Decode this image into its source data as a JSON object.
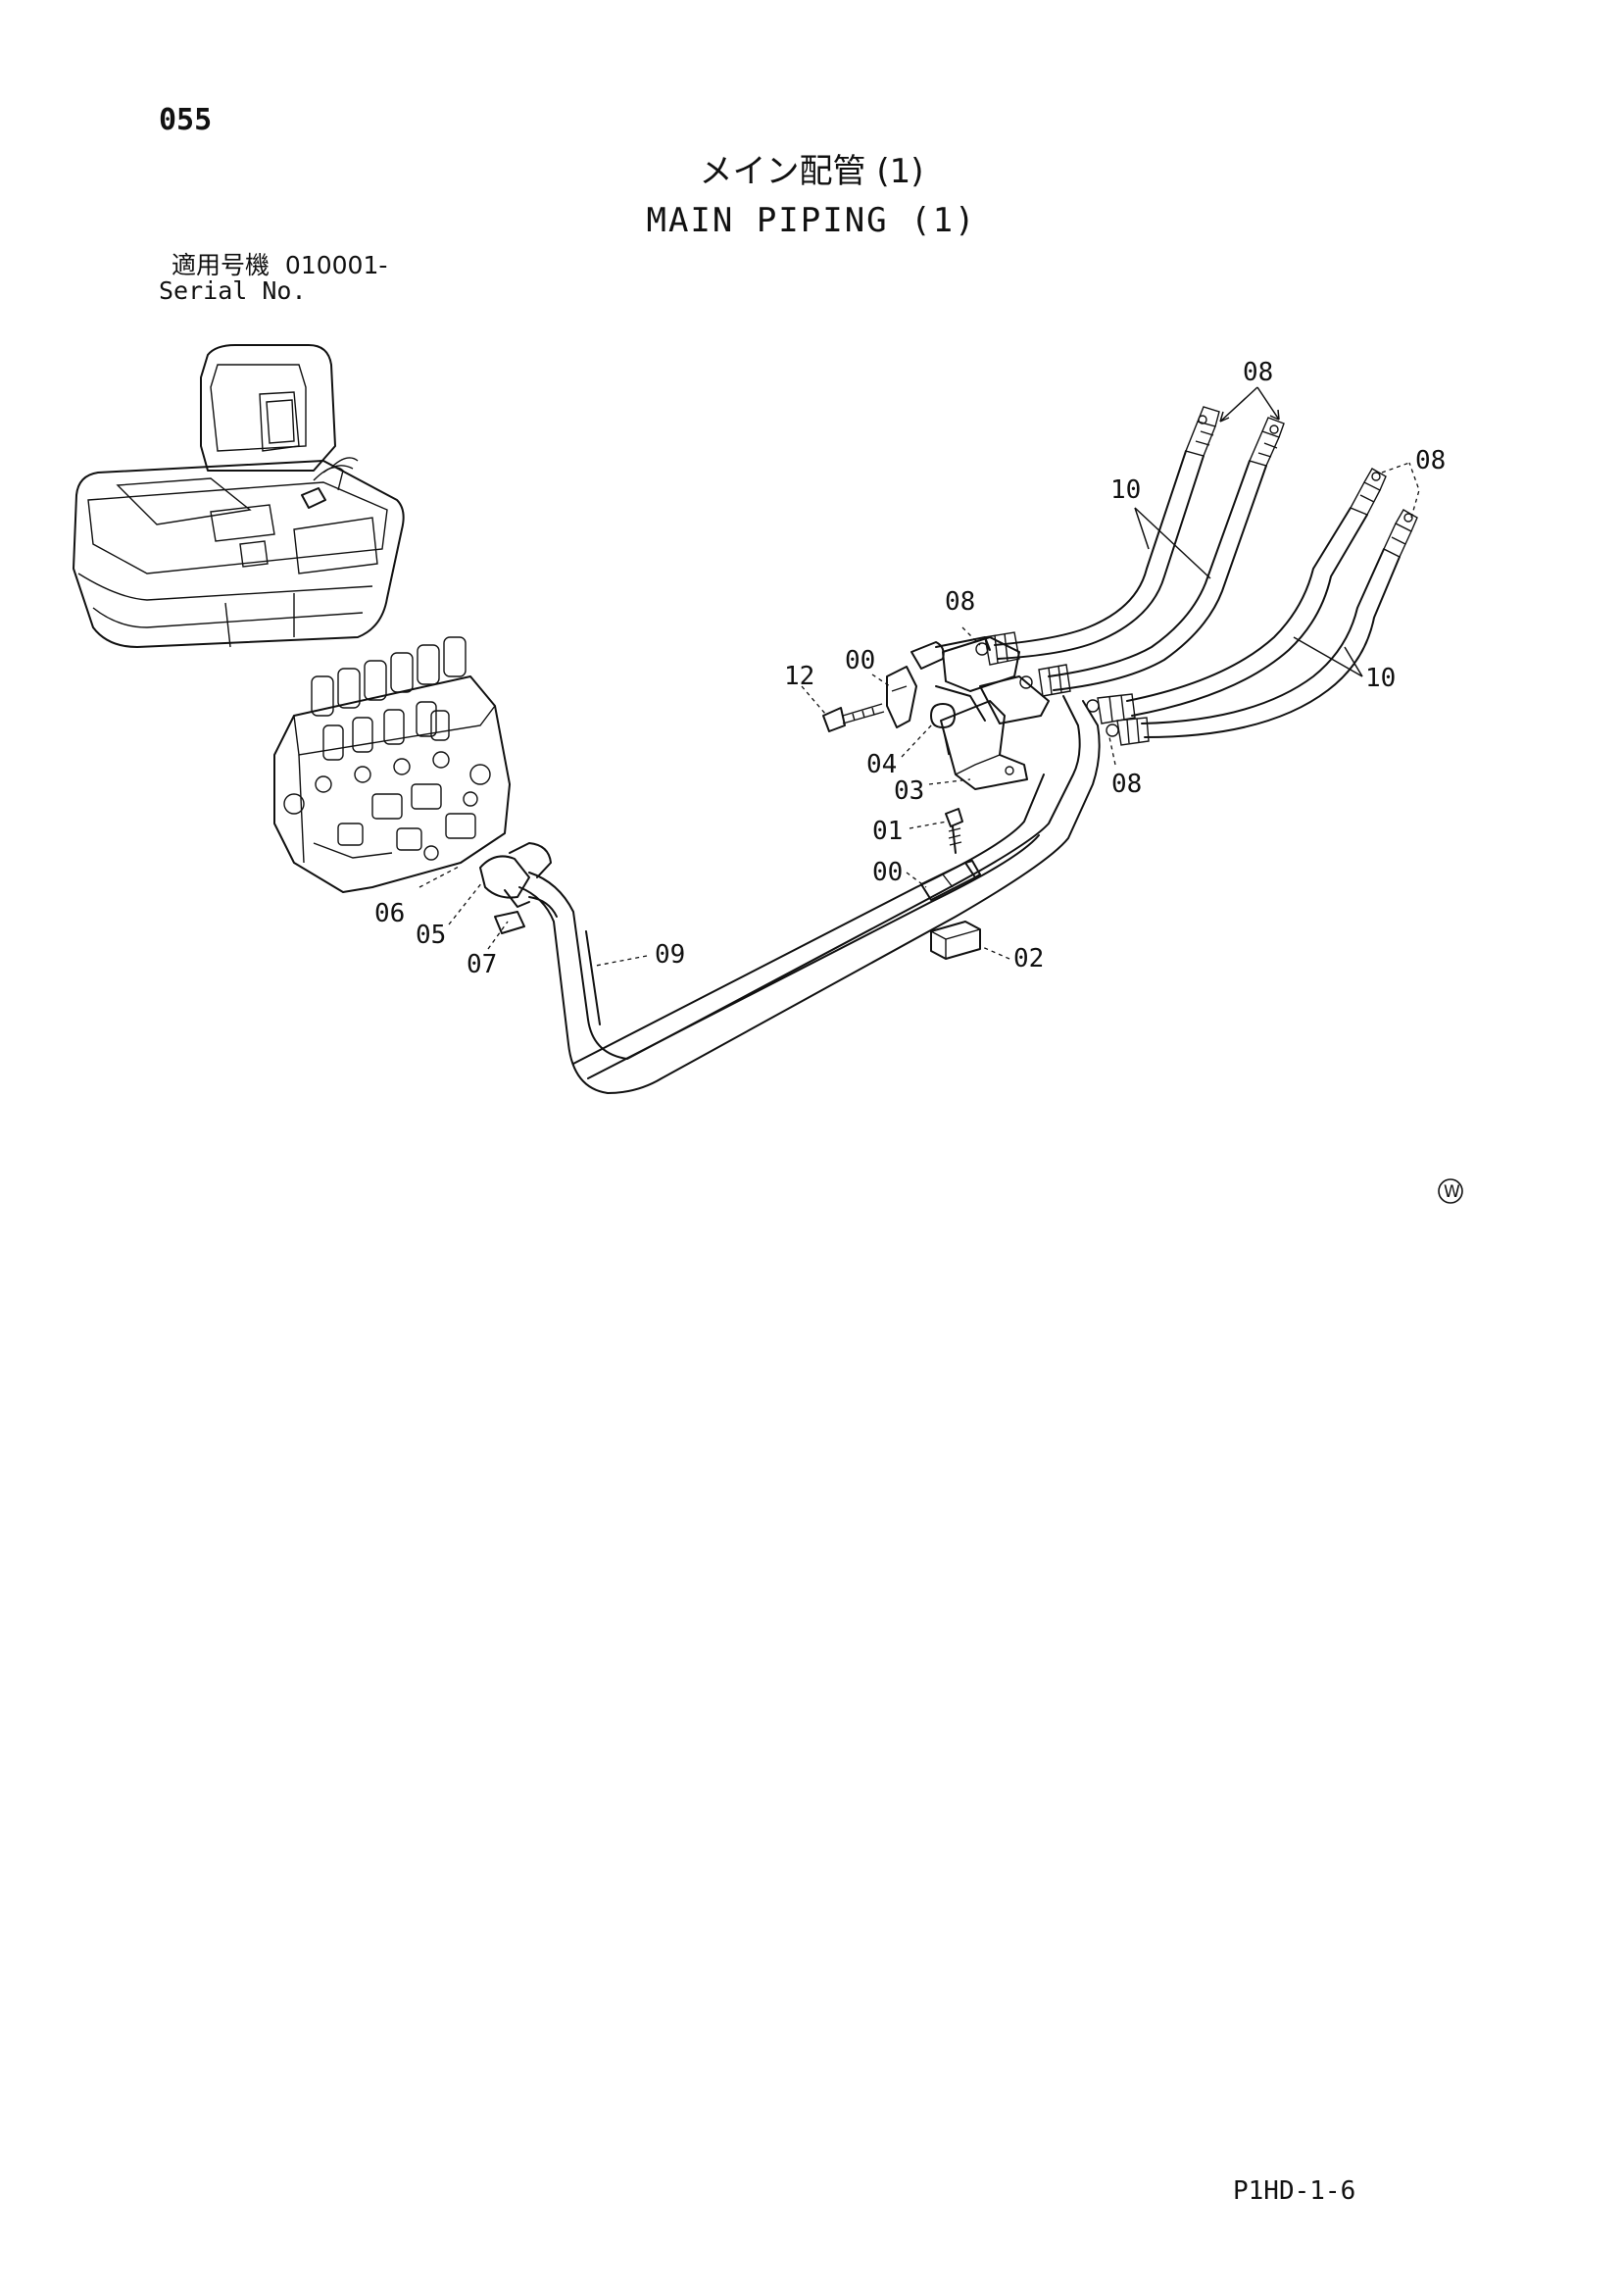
{
  "header": {
    "page_number": "055",
    "title_jp": "メイン配管 (1)",
    "title_en": "MAIN PIPING (1)",
    "serial_label_jp": "適用号機",
    "serial_value": "010001-",
    "serial_label_en": "Serial No."
  },
  "callouts": {
    "c08_top": "08",
    "c08_right": "08",
    "c10_top": "10",
    "c10_right": "10",
    "c08_mid": "08",
    "c12": "12",
    "c00_top": "00",
    "c04": "04",
    "c03": "03",
    "c08_lower": "08",
    "c01": "01",
    "c00_mid": "00",
    "c06": "06",
    "c05": "05",
    "c07": "07",
    "c09": "09",
    "c02": "02"
  },
  "watermark": "W",
  "footer": {
    "code": "P1HD-1-6"
  }
}
